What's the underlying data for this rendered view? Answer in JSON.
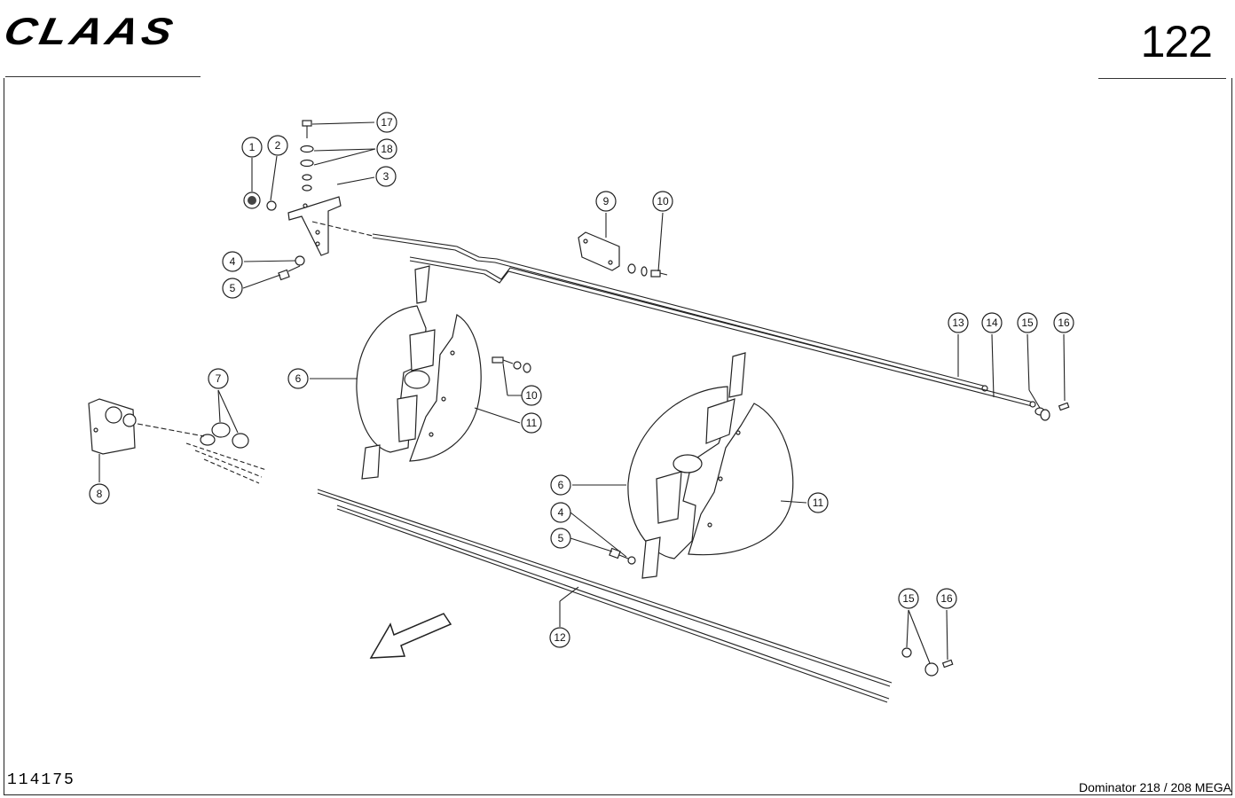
{
  "header": {
    "logo_text": "CLAAS",
    "page_number": "122"
  },
  "footer": {
    "doc_number": "114175",
    "model_name": "Dominator 218 / 208 MEGA"
  },
  "callouts": {
    "c1": "1",
    "c2": "2",
    "c3": "3",
    "c4a": "4",
    "c5a": "5",
    "c6a": "6",
    "c7": "7",
    "c8": "8",
    "c9": "9",
    "c10a": "10",
    "c10b": "10",
    "c11a": "11",
    "c13": "13",
    "c14": "14",
    "c15a": "15",
    "c16a": "16",
    "c17": "17",
    "c18": "18",
    "c6b": "6",
    "c4b": "4",
    "c5b": "5",
    "c11b": "11",
    "c12": "12",
    "c15b": "15",
    "c16b": "16"
  }
}
